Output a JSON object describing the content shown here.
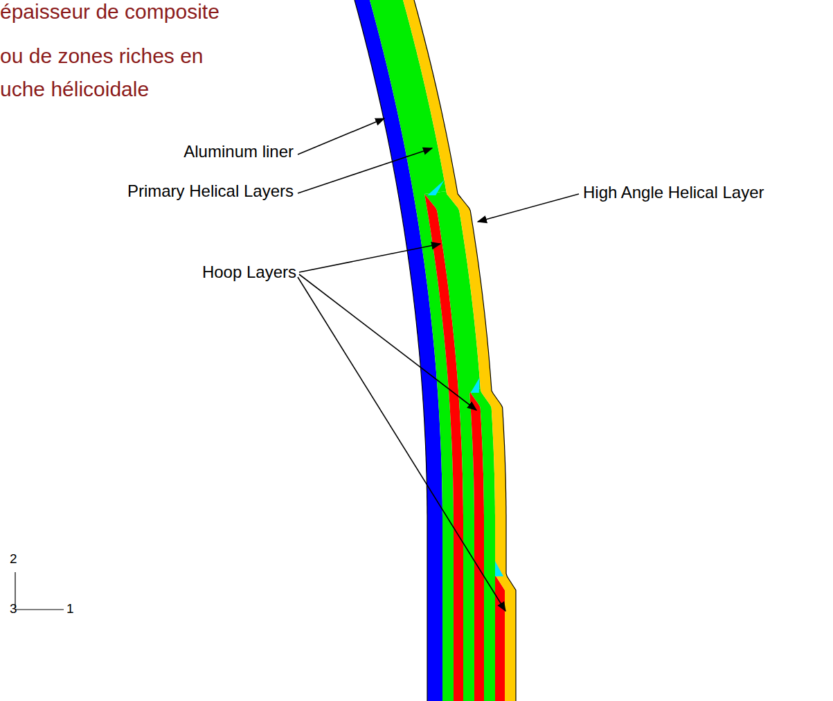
{
  "diagram": {
    "labels": [
      "épaisseur de composite",
      "ou de zones riches en",
      "uche hélicoidale",
      "Aluminum liner",
      "Primary Helical Layers",
      "High Angle Helical Layer",
      "Hoop Layers",
      "2",
      "3",
      "1"
    ]
  }
}
